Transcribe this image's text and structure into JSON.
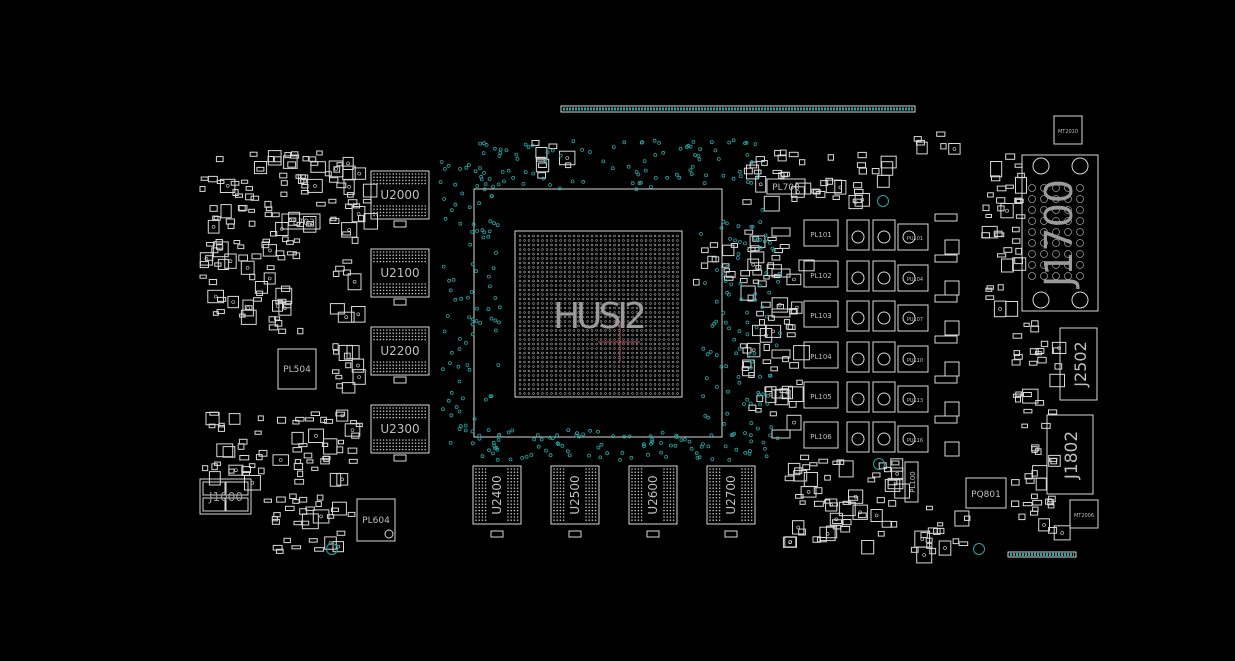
{
  "colors": {
    "background": "#000000",
    "outline": "#d9d9d9",
    "label": "#bfbfbf",
    "via": "#2aa6a6",
    "gpu_label": "#9a9a9a",
    "crosshair": "#c05060"
  },
  "gpu": {
    "label": "HUSI2"
  },
  "memory_chips": [
    "U2000",
    "U2100",
    "U2200",
    "U2300",
    "U2400",
    "U2500",
    "U2600",
    "U2700"
  ],
  "connectors": {
    "main": "J1700",
    "side_top": "J2502",
    "side_bottom": "J1802",
    "left_bottom": "J1000"
  },
  "inductors_left": [
    "PL702",
    "PL504",
    "PL604"
  ],
  "inductors_right": [
    "PL101",
    "PL102",
    "PL103",
    "PL104",
    "PL105",
    "PL106"
  ],
  "power_ics": [
    "PU101",
    "PU104",
    "PU107",
    "PU110",
    "PU113",
    "PU116"
  ],
  "misc_labels": {
    "pl700": "PL700",
    "pl100": "PL100",
    "pq801": "PQ801",
    "mt2010": "MT2010",
    "mt2006": "MT2006"
  }
}
